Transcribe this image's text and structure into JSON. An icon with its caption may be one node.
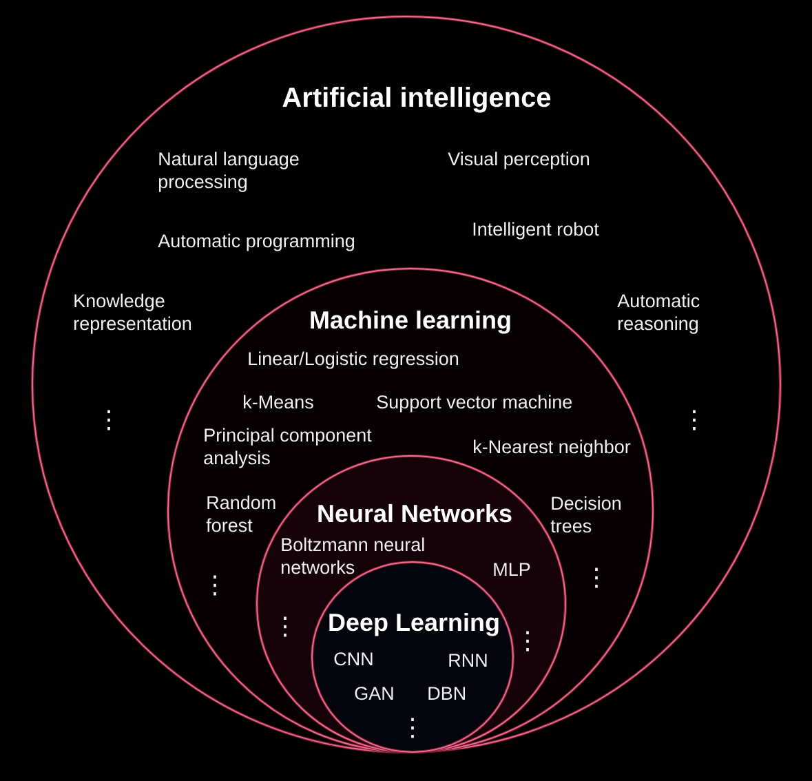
{
  "diagram": {
    "nodes": [
      {
        "text": [
          "Artificial intelligence",
          "Natural language processing",
          "Visual perception",
          "Automatic programming",
          "Intelligent robot",
          "Knowledge representation",
          "Automatic reasoning",
          "⋮",
          "⋮"
        ]
      },
      {
        "text": [
          "Machine learning",
          "Linear/Logistic regression",
          "k-Means",
          "Support vector machine",
          "Principal component analysis",
          "k-Nearest neighbor",
          "Random forest",
          "Decision trees",
          "⋮",
          "⋮"
        ],
        "in": 0
      },
      {
        "text": [
          "Neural Networks",
          "Boltzmann neural networks",
          "MLP",
          "⋮",
          "⋮"
        ],
        "in": 1
      },
      {
        "text": [
          "Deep Learning",
          "CNN",
          "RNN",
          "GAN",
          "DBN",
          "⋮"
        ],
        "in": 2
      }
    ]
  }
}
